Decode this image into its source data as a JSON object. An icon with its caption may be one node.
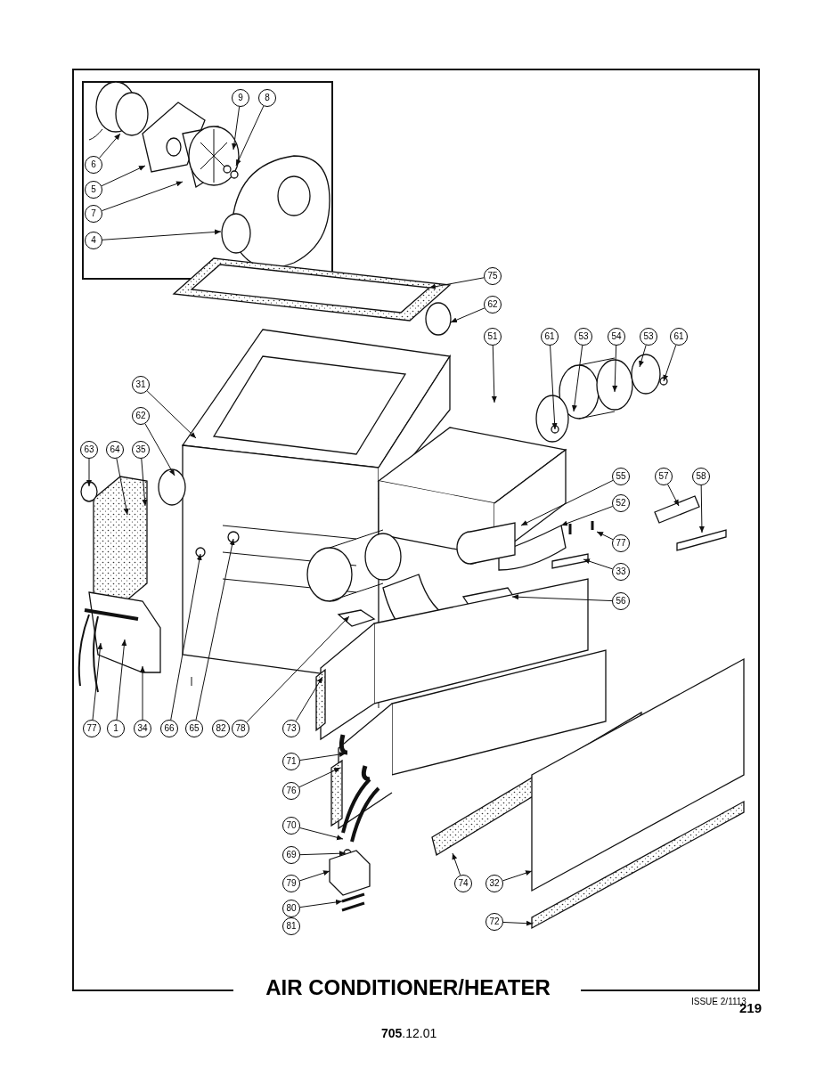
{
  "diagram": {
    "title": "AIR CONDITIONER/HEATER",
    "nodes": [
      {
        "text": [
          "9"
        ]
      },
      {
        "text": [
          "8"
        ]
      },
      {
        "text": [
          "6"
        ]
      },
      {
        "text": [
          "5"
        ]
      },
      {
        "text": [
          "7"
        ]
      },
      {
        "text": [
          "4"
        ]
      },
      {
        "text": [
          "75"
        ]
      },
      {
        "text": [
          "62"
        ]
      },
      {
        "text": [
          "51"
        ]
      },
      {
        "text": [
          "61"
        ]
      },
      {
        "text": [
          "53"
        ]
      },
      {
        "text": [
          "54"
        ]
      },
      {
        "text": [
          "53"
        ]
      },
      {
        "text": [
          "61"
        ]
      },
      {
        "text": [
          "31"
        ]
      },
      {
        "text": [
          "62"
        ]
      },
      {
        "text": [
          "63"
        ]
      },
      {
        "text": [
          "64"
        ]
      },
      {
        "text": [
          "35"
        ]
      },
      {
        "text": [
          "55"
        ]
      },
      {
        "text": [
          "57"
        ]
      },
      {
        "text": [
          "58"
        ]
      },
      {
        "text": [
          "52"
        ]
      },
      {
        "text": [
          "77"
        ]
      },
      {
        "text": [
          "33"
        ]
      },
      {
        "text": [
          "56"
        ]
      },
      {
        "text": [
          "77"
        ]
      },
      {
        "text": [
          "1"
        ]
      },
      {
        "text": [
          "34"
        ]
      },
      {
        "text": [
          "66"
        ]
      },
      {
        "text": [
          "65"
        ]
      },
      {
        "text": [
          "82"
        ]
      },
      {
        "text": [
          "78"
        ]
      },
      {
        "text": [
          "73"
        ]
      },
      {
        "text": [
          "71"
        ]
      },
      {
        "text": [
          "76"
        ]
      },
      {
        "text": [
          "70"
        ]
      },
      {
        "text": [
          "69"
        ]
      },
      {
        "text": [
          "79"
        ]
      },
      {
        "text": [
          "80"
        ]
      },
      {
        "text": [
          "81"
        ]
      },
      {
        "text": [
          "74"
        ]
      },
      {
        "text": [
          "32"
        ]
      },
      {
        "text": [
          "72"
        ]
      }
    ],
    "edges": [
      {
        "from": 0,
        "to": null,
        "arrow": "to"
      },
      {
        "from": 1,
        "to": null,
        "arrow": "to"
      },
      {
        "from": 2,
        "to": null,
        "arrow": "to"
      },
      {
        "from": 3,
        "to": null,
        "arrow": "to"
      },
      {
        "from": 4,
        "to": null,
        "arrow": "to"
      },
      {
        "from": 5,
        "to": null,
        "arrow": "to"
      },
      {
        "from": 6,
        "to": null,
        "arrow": "to"
      },
      {
        "from": 7,
        "to": null,
        "arrow": "to"
      },
      {
        "from": 8,
        "to": null,
        "arrow": "to"
      },
      {
        "from": 9,
        "to": null,
        "arrow": "to"
      },
      {
        "from": 10,
        "to": null,
        "arrow": "to"
      },
      {
        "from": 11,
        "to": null,
        "arrow": "to"
      },
      {
        "from": 12,
        "to": null,
        "arrow": "to"
      },
      {
        "from": 13,
        "to": null,
        "arrow": "to"
      },
      {
        "from": 14,
        "to": null,
        "arrow": "to"
      },
      {
        "from": 15,
        "to": null,
        "arrow": "to"
      },
      {
        "from": 16,
        "to": null,
        "arrow": "to"
      },
      {
        "from": 17,
        "to": null,
        "arrow": "to"
      },
      {
        "from": 18,
        "to": null,
        "arrow": "to"
      },
      {
        "from": 19,
        "to": null,
        "arrow": "to"
      },
      {
        "from": 20,
        "to": null,
        "arrow": "to"
      },
      {
        "from": 21,
        "to": null,
        "arrow": "to"
      },
      {
        "from": 22,
        "to": null,
        "arrow": "to"
      },
      {
        "from": 23,
        "to": null,
        "arrow": "to"
      },
      {
        "from": 24,
        "to": null,
        "arrow": "to"
      },
      {
        "from": 25,
        "to": null,
        "arrow": "to"
      },
      {
        "from": 26,
        "to": null,
        "arrow": "to"
      },
      {
        "from": 27,
        "to": null,
        "arrow": "to"
      },
      {
        "from": 28,
        "to": null,
        "arrow": "to"
      },
      {
        "from": 29,
        "to": null,
        "arrow": "to"
      },
      {
        "from": 30,
        "to": null,
        "arrow": "to"
      },
      {
        "from": 32,
        "to": null,
        "arrow": "to"
      },
      {
        "from": 33,
        "to": null,
        "arrow": "to"
      },
      {
        "from": 34,
        "to": null,
        "arrow": "to"
      },
      {
        "from": 35,
        "to": null,
        "arrow": "to"
      },
      {
        "from": 36,
        "to": null,
        "arrow": "to"
      },
      {
        "from": 37,
        "to": null,
        "arrow": "to"
      },
      {
        "from": 38,
        "to": null,
        "arrow": "to"
      },
      {
        "from": 39,
        "to": null,
        "arrow": "to"
      },
      {
        "from": 41,
        "to": null,
        "arrow": "to"
      },
      {
        "from": 42,
        "to": null,
        "arrow": "to"
      },
      {
        "from": 43,
        "to": null,
        "arrow": "to"
      }
    ],
    "labels": [
      "ISSUE 2/1113",
      "219",
      "**705**.12.01"
    ]
  }
}
